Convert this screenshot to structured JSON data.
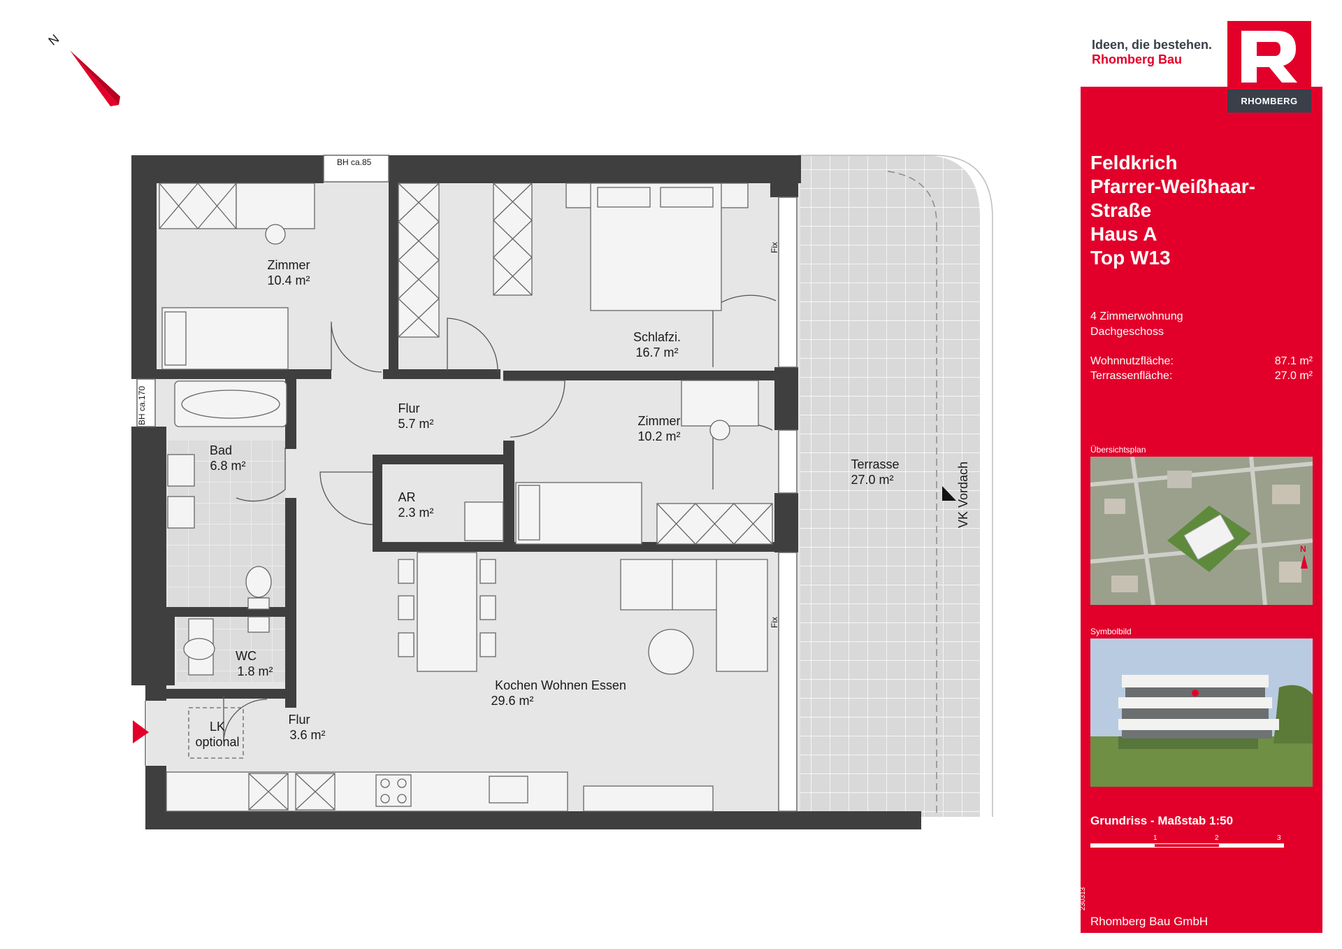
{
  "tagline": {
    "line1": "Ideen, die bestehen.",
    "line2": "Rhomberg Bau"
  },
  "logo": {
    "letter": "R",
    "name": "RHOMBERG"
  },
  "project": {
    "title_lines": [
      "Feldkrich",
      "Pfarrer-Weißhaar-",
      "Straße",
      "Haus A",
      "Top W13"
    ]
  },
  "unit": {
    "type": "4 Zimmerwohnung",
    "floor": "Dachgeschoss"
  },
  "areas": [
    {
      "label": "Wohnnutzfläche:",
      "value": "87.1 m²"
    },
    {
      "label": "Terrassenfläche:",
      "value": "27.0 m²"
    }
  ],
  "captions": {
    "overview": "Übersichtsplan",
    "symbol": "Symbolbild",
    "north": "N"
  },
  "scale": {
    "title": "Grundriss - Maßstab 1:50",
    "ticks": [
      "1",
      "2",
      "3"
    ]
  },
  "company": "Rhomberg Bau GmbH",
  "plan_number": "230313",
  "compass": {
    "letter": "N"
  },
  "plan_labels": {
    "bh85": "BH ca.85",
    "bh170": "BH ca.170",
    "fix": "Fix",
    "vordach": "VK Vordach"
  },
  "rooms": [
    {
      "id": "zimmer1",
      "name": "Zimmer",
      "area": "10.4 m²"
    },
    {
      "id": "schlafzi",
      "name": "Schlafzi.",
      "area": "16.7 m²"
    },
    {
      "id": "flur1",
      "name": "Flur",
      "area": "5.7 m²"
    },
    {
      "id": "zimmer2",
      "name": "Zimmer",
      "area": "10.2 m²"
    },
    {
      "id": "bad",
      "name": "Bad",
      "area": "6.8 m²"
    },
    {
      "id": "ar",
      "name": "AR",
      "area": "2.3 m²"
    },
    {
      "id": "terrasse",
      "name": "Terrasse",
      "area": "27.0 m²"
    },
    {
      "id": "wc",
      "name": "WC",
      "area": "1.8 m²"
    },
    {
      "id": "kwe",
      "name": "Kochen Wohnen Essen",
      "area": "29.6 m²"
    },
    {
      "id": "flur2",
      "name": "Flur",
      "area": "3.6 m²"
    },
    {
      "id": "lk",
      "name": "LK",
      "area": "optional"
    }
  ],
  "colors": {
    "brand_red": "#e2002a",
    "brand_dark": "#3a3f4a",
    "wall": "#3f3f3f",
    "floor": "#e6e6e6",
    "terrace": "#d9d9d9"
  }
}
